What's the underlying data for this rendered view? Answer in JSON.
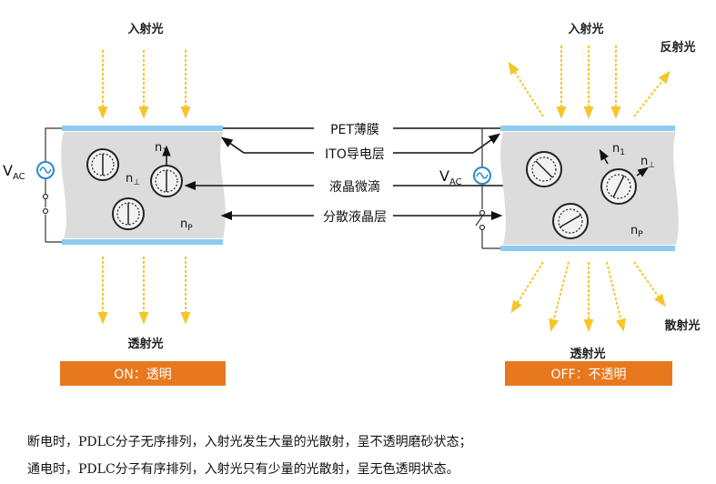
{
  "labels": {
    "incident": "入射光",
    "reflected": "反射光",
    "transmitted": "透射光",
    "scattered": "散射光"
  },
  "layers": {
    "pet": "PET薄膜",
    "ito": "ITO导电层",
    "droplet": "液晶微滴",
    "dispersion": "分散液晶层"
  },
  "symbols": {
    "v": "V",
    "ac": "AC",
    "n": "n",
    "sub_1": "1",
    "sub_perp": "⊥",
    "sub_p": "P"
  },
  "states": {
    "on": "ON：透明",
    "off": "OFF：不透明"
  },
  "caption": {
    "line1": "断电时，PDLC分子无序排列，入射光发生大量的光散射，呈不透明磨砂状态；",
    "line2": "通电时，PDLC分子有序排列，入射光只有少量的光散射，呈无色透明状态。"
  },
  "colors": {
    "electrode": "#8ecbee",
    "cell_fill": "#dcdcdc",
    "arrow_light": "#f6c52a",
    "state_box": "#e8781e",
    "ac_source": "#2a8ad0"
  }
}
